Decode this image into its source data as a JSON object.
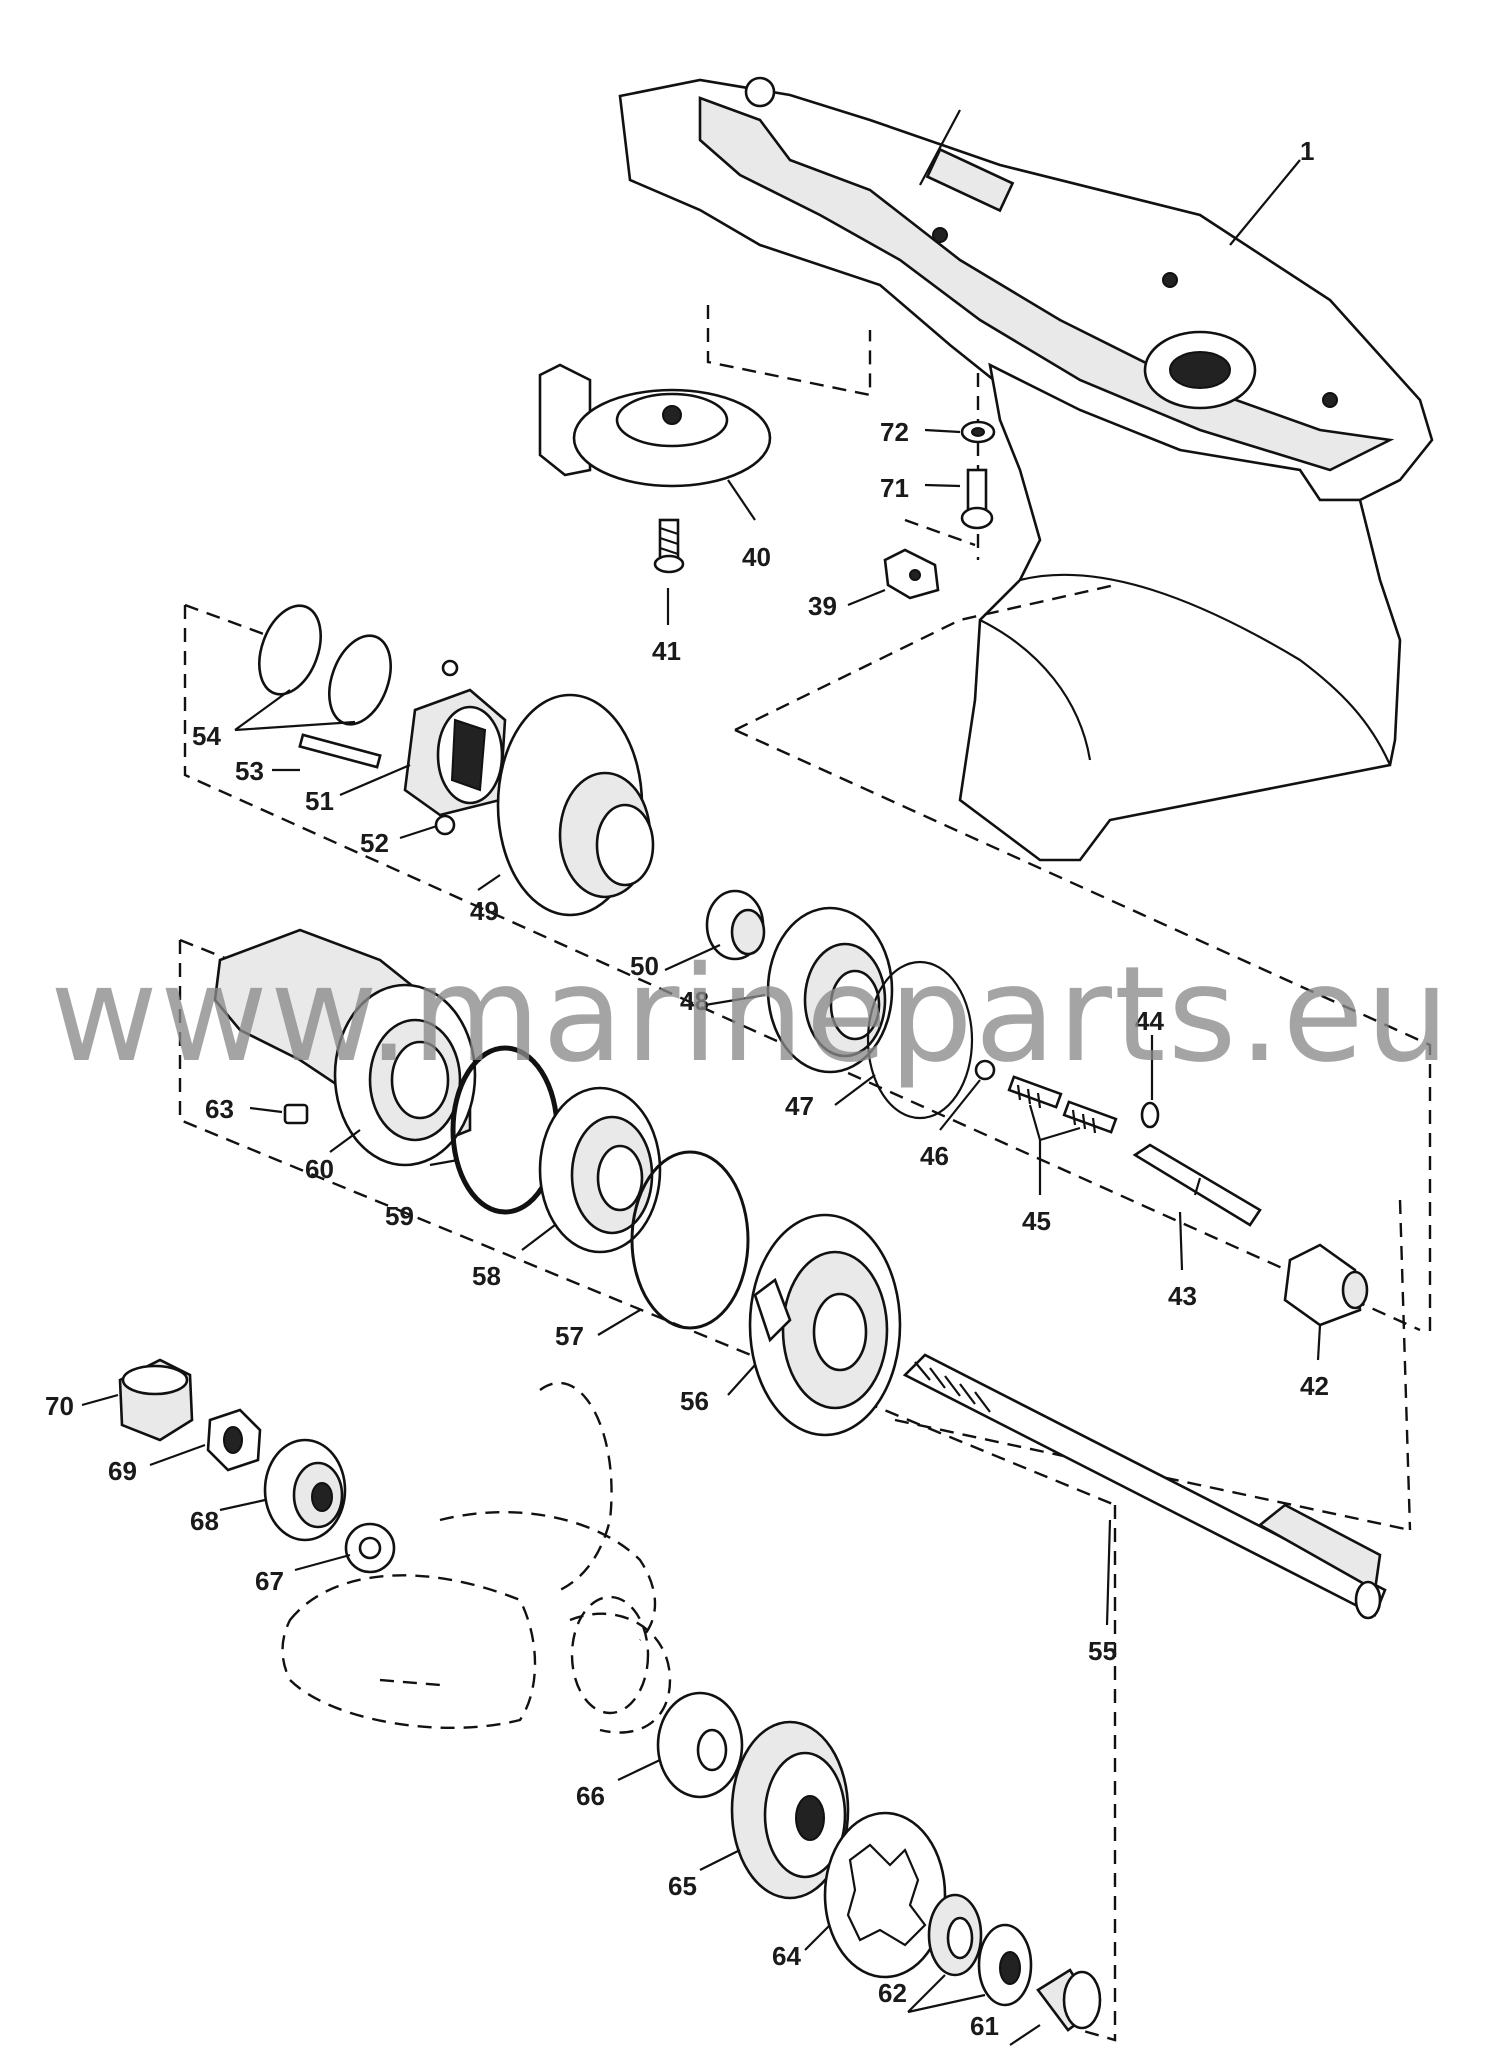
{
  "watermark": "www.marineparts.eu",
  "callouts": [
    {
      "id": "1",
      "label": "1"
    },
    {
      "id": "39",
      "label": "39"
    },
    {
      "id": "40",
      "label": "40"
    },
    {
      "id": "41",
      "label": "41"
    },
    {
      "id": "42",
      "label": "42"
    },
    {
      "id": "43",
      "label": "43"
    },
    {
      "id": "44",
      "label": "44"
    },
    {
      "id": "45",
      "label": "45"
    },
    {
      "id": "46",
      "label": "46"
    },
    {
      "id": "47",
      "label": "47"
    },
    {
      "id": "48",
      "label": "48"
    },
    {
      "id": "49",
      "label": "49"
    },
    {
      "id": "50",
      "label": "50"
    },
    {
      "id": "51",
      "label": "51"
    },
    {
      "id": "52",
      "label": "52"
    },
    {
      "id": "53",
      "label": "53"
    },
    {
      "id": "54",
      "label": "54"
    },
    {
      "id": "55",
      "label": "55"
    },
    {
      "id": "56",
      "label": "56"
    },
    {
      "id": "57",
      "label": "57"
    },
    {
      "id": "58",
      "label": "58"
    },
    {
      "id": "59",
      "label": "59"
    },
    {
      "id": "60",
      "label": "60"
    },
    {
      "id": "61",
      "label": "61"
    },
    {
      "id": "62",
      "label": "62"
    },
    {
      "id": "63",
      "label": "63"
    },
    {
      "id": "64",
      "label": "64"
    },
    {
      "id": "65",
      "label": "65"
    },
    {
      "id": "66",
      "label": "66"
    },
    {
      "id": "67",
      "label": "67"
    },
    {
      "id": "68",
      "label": "68"
    },
    {
      "id": "69",
      "label": "69"
    },
    {
      "id": "70",
      "label": "70"
    },
    {
      "id": "71",
      "label": "71"
    },
    {
      "id": "72",
      "label": "72"
    }
  ]
}
